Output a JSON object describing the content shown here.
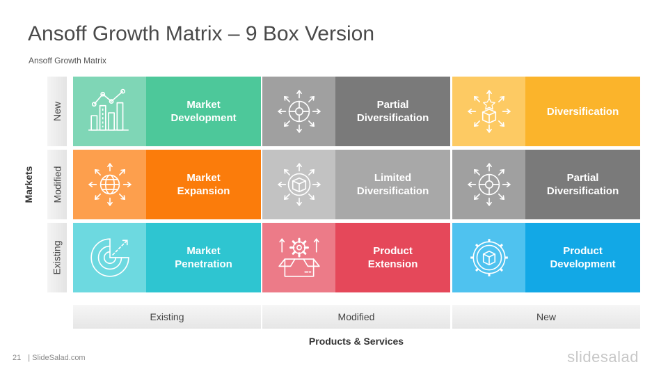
{
  "title": "Ansoff Growth Matrix – 9 Box Version",
  "subtitle": "Ansoff Growth Matrix",
  "y_axis_label": "Markets",
  "x_axis_label": "Products & Services",
  "rows": [
    {
      "label": "New",
      "cells": [
        {
          "text": "Market\nDevelopment",
          "icon": "bar-chart-growth-icon",
          "dark": "#4dc89a",
          "light": "#7fd6b6"
        },
        {
          "text": "Partial\nDiversification",
          "icon": "compass-arrows-icon",
          "dark": "#7a7a7a",
          "light": "#a0a0a0"
        },
        {
          "text": "Diversification",
          "icon": "star-box-arrows-icon",
          "dark": "#fbb42b",
          "light": "#fdca63"
        }
      ]
    },
    {
      "label": "Modified",
      "cells": [
        {
          "text": "Market\nExpansion",
          "icon": "globe-arrows-icon",
          "dark": "#fb7c0b",
          "light": "#fd9f4d"
        },
        {
          "text": "Limited\nDiversification",
          "icon": "box-arrows-icon",
          "dark": "#a8a8a8",
          "light": "#c2c2c2"
        },
        {
          "text": "Partial\nDiversification",
          "icon": "compass-arrows-icon",
          "dark": "#7a7a7a",
          "light": "#a0a0a0"
        }
      ]
    },
    {
      "label": "Existing",
      "cells": [
        {
          "text": "Market\nPenetration",
          "icon": "target-pie-icon",
          "dark": "#2ec5d1",
          "light": "#6dd9e0"
        },
        {
          "text": "Product\nExtension",
          "icon": "gear-open-box-icon",
          "dark": "#e5485a",
          "light": "#ec7b88"
        },
        {
          "text": "Product\nDevelopment",
          "icon": "gear-box-icon",
          "dark": "#12a8e6",
          "light": "#4fc2ef"
        }
      ]
    }
  ],
  "columns": [
    "Existing",
    "Modified",
    "New"
  ],
  "footer": {
    "page": "21",
    "site": "| SlideSalad.com"
  },
  "logo": "slidesalad"
}
